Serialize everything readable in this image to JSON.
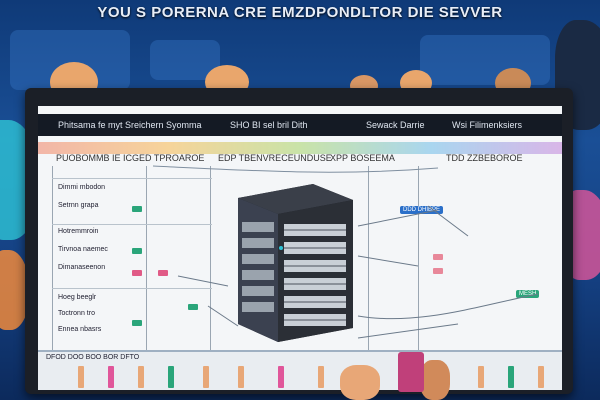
{
  "title": "YOU S PORERNA CRE EMZDPONDLTOR DIE SEVVER",
  "header": {
    "col1": "Phitsama fe myt Sreichern Syomma",
    "col2": "SHO BI sel bril Dith",
    "col3": "Sewack Darrie",
    "col4": "Wsi Filimenksiers"
  },
  "subheader": {
    "left": "PUOBOMMB IE ICGED TPROAROE",
    "mid": "EDP TBENVRECEUNDUSE",
    "right": "XPP BOSEEMA",
    "far": "TDD ZZBEBOROE"
  },
  "rows": [
    "Dimmi mbodon",
    "Setrnn grapa",
    "Hotremmroin",
    "Tirvnoa naemec",
    "Dimanaseenon",
    "Hoeg beeglr",
    "Toctronn tro",
    "Ennea nbasrs"
  ],
  "tags": [
    {
      "text": "DDD DHIBPE",
      "color": "#2a6fc9"
    },
    {
      "text": "MESH",
      "color": "#2aa57a"
    }
  ],
  "footer": {
    "label": "DFOD DOO BOO BOR DFTO"
  },
  "colors": {
    "accent_blue": "#2a6fc9",
    "accent_green": "#2aa57a",
    "accent_pink": "#e05a86",
    "server_body": "#2b2f36"
  },
  "icons": [
    "server-rack-icon"
  ]
}
